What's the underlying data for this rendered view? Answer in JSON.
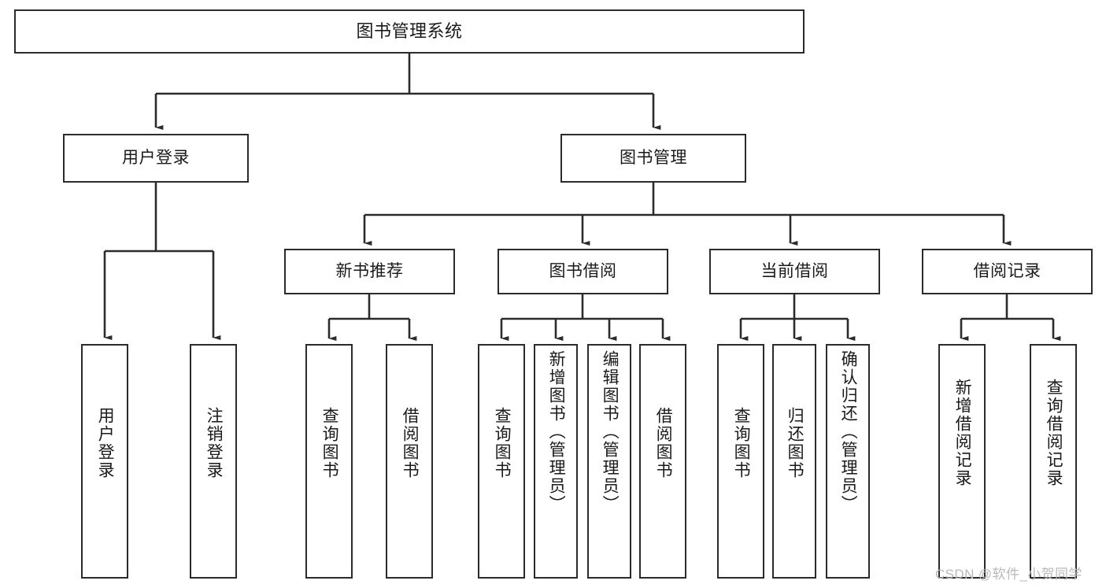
{
  "diagram": {
    "type": "tree-hierarchy-flowchart",
    "title": "图书管理系统",
    "background_color": "#ffffff",
    "box_border_color": "#2b2b2b",
    "connector_color": "#2b2b2b",
    "watermark": "CSDN @软件_小贺同学",
    "nodes": {
      "root": {
        "label": "图书管理系统",
        "level": 1,
        "orientation": "horizontal"
      },
      "user_login": {
        "label": "用户登录",
        "level": 2,
        "orientation": "horizontal"
      },
      "book_manage": {
        "label": "图书管理",
        "level": 2,
        "orientation": "horizontal"
      },
      "new_book_rec": {
        "label": "新书推荐",
        "level": 3,
        "orientation": "horizontal"
      },
      "book_borrow": {
        "label": "图书借阅",
        "level": 3,
        "orientation": "horizontal"
      },
      "current_borrow": {
        "label": "当前借阅",
        "level": 3,
        "orientation": "horizontal"
      },
      "borrow_record": {
        "label": "借阅记录",
        "level": 3,
        "orientation": "horizontal"
      },
      "leaf_user_login": {
        "label": "用户登录",
        "level": 4,
        "orientation": "vertical",
        "parent": "user_login"
      },
      "leaf_logout": {
        "label": "注销登录",
        "level": 4,
        "orientation": "vertical",
        "parent": "user_login"
      },
      "leaf_query_book_1": {
        "label": "查询图书",
        "level": 4,
        "orientation": "vertical",
        "parent": "new_book_rec"
      },
      "leaf_borrow_book_1": {
        "label": "借阅图书",
        "level": 4,
        "orientation": "vertical",
        "parent": "new_book_rec"
      },
      "leaf_query_book_2": {
        "label": "查询图书",
        "level": 4,
        "orientation": "vertical",
        "parent": "book_borrow"
      },
      "leaf_add_book": {
        "label": "新增图书（管理员）",
        "level": 4,
        "orientation": "vertical",
        "parent": "book_borrow"
      },
      "leaf_edit_book": {
        "label": "编辑图书（管理员）",
        "level": 4,
        "orientation": "vertical",
        "parent": "book_borrow"
      },
      "leaf_borrow_book_2": {
        "label": "借阅图书",
        "level": 4,
        "orientation": "vertical",
        "parent": "book_borrow"
      },
      "leaf_query_book_3": {
        "label": "查询图书",
        "level": 4,
        "orientation": "vertical",
        "parent": "current_borrow"
      },
      "leaf_return_book": {
        "label": "归还图书",
        "level": 4,
        "orientation": "vertical",
        "parent": "current_borrow"
      },
      "leaf_confirm_return": {
        "label": "确认归还（管理员）",
        "level": 4,
        "orientation": "vertical",
        "parent": "current_borrow"
      },
      "leaf_add_record": {
        "label": "新增借阅记录",
        "level": 4,
        "orientation": "vertical",
        "parent": "borrow_record"
      },
      "leaf_query_record": {
        "label": "查询借阅记录",
        "level": 4,
        "orientation": "vertical",
        "parent": "borrow_record"
      }
    },
    "edges": [
      {
        "from": "root",
        "to": "user_login"
      },
      {
        "from": "root",
        "to": "book_manage"
      },
      {
        "from": "user_login",
        "to": "leaf_user_login"
      },
      {
        "from": "user_login",
        "to": "leaf_logout"
      },
      {
        "from": "book_manage",
        "to": "new_book_rec"
      },
      {
        "from": "book_manage",
        "to": "book_borrow"
      },
      {
        "from": "book_manage",
        "to": "current_borrow"
      },
      {
        "from": "book_manage",
        "to": "borrow_record"
      },
      {
        "from": "new_book_rec",
        "to": "leaf_query_book_1"
      },
      {
        "from": "new_book_rec",
        "to": "leaf_borrow_book_1"
      },
      {
        "from": "book_borrow",
        "to": "leaf_query_book_2"
      },
      {
        "from": "book_borrow",
        "to": "leaf_add_book"
      },
      {
        "from": "book_borrow",
        "to": "leaf_edit_book"
      },
      {
        "from": "book_borrow",
        "to": "leaf_borrow_book_2"
      },
      {
        "from": "current_borrow",
        "to": "leaf_query_book_3"
      },
      {
        "from": "current_borrow",
        "to": "leaf_return_book"
      },
      {
        "from": "current_borrow",
        "to": "leaf_confirm_return"
      },
      {
        "from": "borrow_record",
        "to": "leaf_add_record"
      },
      {
        "from": "borrow_record",
        "to": "leaf_query_record"
      }
    ]
  }
}
